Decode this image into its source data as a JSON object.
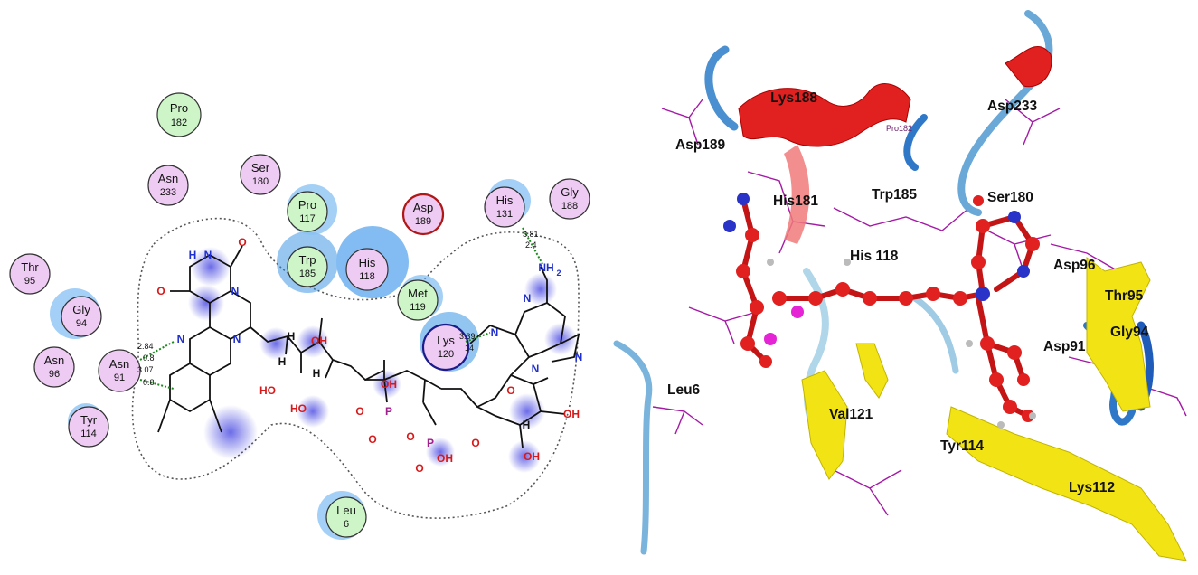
{
  "interaction_2d": {
    "residues": [
      {
        "key": "pro182",
        "name": "Pro",
        "num": "182"
      },
      {
        "key": "asn233",
        "name": "Asn",
        "num": "233"
      },
      {
        "key": "ser180",
        "name": "Ser",
        "num": "180"
      },
      {
        "key": "pro117",
        "name": "Pro",
        "num": "117"
      },
      {
        "key": "trp185",
        "name": "Trp",
        "num": "185"
      },
      {
        "key": "his118",
        "name": "His",
        "num": "118"
      },
      {
        "key": "asp189",
        "name": "Asp",
        "num": "189"
      },
      {
        "key": "his131",
        "name": "His",
        "num": "131"
      },
      {
        "key": "gly188",
        "name": "Gly",
        "num": "188"
      },
      {
        "key": "met119",
        "name": "Met",
        "num": "119"
      },
      {
        "key": "lys120",
        "name": "Lys",
        "num": "120"
      },
      {
        "key": "thr95",
        "name": "Thr",
        "num": "95"
      },
      {
        "key": "gly94",
        "name": "Gly",
        "num": "94"
      },
      {
        "key": "asn96",
        "name": "Asn",
        "num": "96"
      },
      {
        "key": "asn91",
        "name": "Asn",
        "num": "91"
      },
      {
        "key": "tyr114",
        "name": "Tyr",
        "num": "114"
      },
      {
        "key": "leu6",
        "name": "Leu",
        "num": "6"
      }
    ],
    "hbond_distances": {
      "his131_a": "3.81",
      "his131_b": "2.4",
      "lys120_a": "3.39",
      "lys120_b": "14",
      "asn91_a": "2.84",
      "asn91_b": "0.8",
      "asn91_c": "3.07",
      "asn91_d": "0.8"
    },
    "atoms": {
      "O": "O",
      "N": "N",
      "H": "H",
      "HO": "HO",
      "OH": "OH",
      "P": "P",
      "NH": "H",
      "NH2": "NH",
      "sub2": "2"
    }
  },
  "structure_3d": {
    "labels": {
      "lys188": "Lys188",
      "asp233": "Asp233",
      "asp189": "Asp189",
      "his181": "His181",
      "trp185": "Trp185",
      "ser180": "Ser180",
      "his118": "His 118",
      "asp96": "Asp96",
      "thr95": "Thr95",
      "gly94": "Gly94",
      "asp91": "Asp91",
      "leu6": "Leu6",
      "val121": "Val121",
      "tyr114": "Tyr114",
      "lys112": "Lys112",
      "pro182": "Pro182"
    }
  },
  "colors": {
    "hydrophobic_green": "#cdf5c8",
    "polar_pink": "#eecbf3",
    "exposure_blue": "#2f8fe4",
    "acidic_red": "#b01818",
    "hbond_green": "#1d8a1d",
    "helix_red": "#e12020",
    "strand_yellow": "#f2e414",
    "coil_blue": "#6aa8d8",
    "ligand_red": "#e11b1b"
  }
}
